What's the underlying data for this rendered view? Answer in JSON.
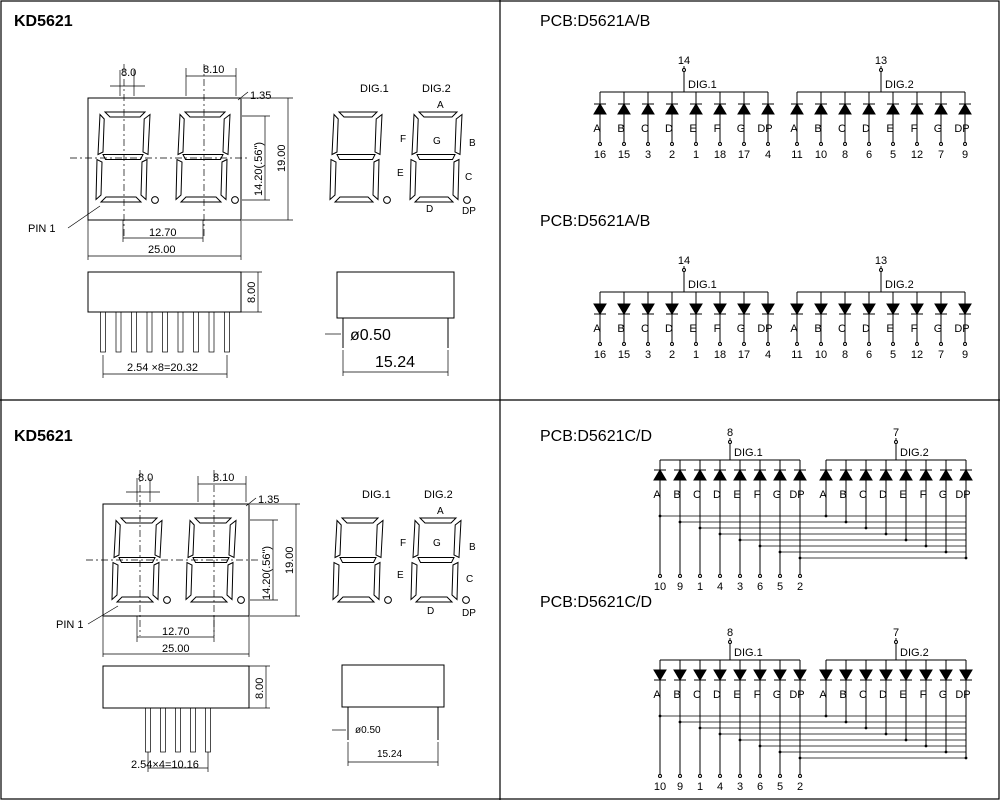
{
  "panels": [
    {
      "id": "tl",
      "title": "KD5621",
      "dims": {
        "seg_width": "8.0",
        "digit_pitch": "8.10",
        "offset": "1.35",
        "height_inner": "14.20(.56\")",
        "height_total": "19.00",
        "digit_spacing": "12.70",
        "width_total": "25.00",
        "depth": "8.00",
        "pin_pitch": "2.54 ×8=20.32",
        "pin_diameter": "ø0.50",
        "row_spacing": "15.24"
      },
      "pin1_label": "PIN 1",
      "dig1_label": "DIG.1",
      "dig2_label": "DIG.2",
      "seg_letters": {
        "a": "A",
        "b": "B",
        "c": "C",
        "d": "D",
        "e": "E",
        "f": "F",
        "g": "G",
        "dp": "DP"
      }
    },
    {
      "id": "bl",
      "title": "KD5621",
      "dims": {
        "seg_width": "8.0",
        "digit_pitch": "8.10",
        "offset": "1.35",
        "height_inner": "14.20(.56\")",
        "height_total": "19.00",
        "digit_spacing": "12.70",
        "width_total": "25.00",
        "depth": "8.00",
        "pin_pitch": "2.54×4=10.16",
        "pin_diameter": "ø0.50",
        "row_spacing": "15.24"
      },
      "pin1_label": "PIN 1",
      "dig1_label": "DIG.1",
      "dig2_label": "DIG.2",
      "seg_letters": {
        "a": "A",
        "b": "B",
        "c": "C",
        "d": "D",
        "e": "E",
        "f": "F",
        "g": "G",
        "dp": "DP"
      }
    }
  ],
  "schematics": [
    {
      "id": "s1",
      "title": "PCB:D5621A/B",
      "style": "anode",
      "digits": [
        {
          "label": "DIG.1",
          "common_pin": "14",
          "segments": [
            "A",
            "B",
            "C",
            "D",
            "E",
            "F",
            "G",
            "DP"
          ],
          "pins": [
            "16",
            "15",
            "3",
            "2",
            "1",
            "18",
            "17",
            "4"
          ]
        },
        {
          "label": "DIG.2",
          "common_pin": "13",
          "segments": [
            "A",
            "B",
            "C",
            "D",
            "E",
            "F",
            "G",
            "DP"
          ],
          "pins": [
            "11",
            "10",
            "8",
            "6",
            "5",
            "12",
            "7",
            "9"
          ]
        }
      ]
    },
    {
      "id": "s2",
      "title": "PCB:D5621A/B",
      "style": "cathode",
      "digits": [
        {
          "label": "DIG.1",
          "common_pin": "14",
          "segments": [
            "A",
            "B",
            "C",
            "D",
            "E",
            "F",
            "G",
            "DP"
          ],
          "pins": [
            "16",
            "15",
            "3",
            "2",
            "1",
            "18",
            "17",
            "4"
          ]
        },
        {
          "label": "DIG.2",
          "common_pin": "13",
          "segments": [
            "A",
            "B",
            "C",
            "D",
            "E",
            "F",
            "G",
            "DP"
          ],
          "pins": [
            "11",
            "10",
            "8",
            "6",
            "5",
            "12",
            "7",
            "9"
          ]
        }
      ]
    },
    {
      "id": "s3",
      "title": "PCB:D5621C/D",
      "style": "anode",
      "digits": [
        {
          "label": "DIG.1",
          "common_pin": "8",
          "segments": [
            "A",
            "B",
            "C",
            "D",
            "E",
            "F",
            "G",
            "DP"
          ]
        },
        {
          "label": "DIG.2",
          "common_pin": "7",
          "segments": [
            "A",
            "B",
            "C",
            "D",
            "E",
            "F",
            "G",
            "DP"
          ]
        }
      ],
      "bus_pins": [
        "10",
        "9",
        "1",
        "4",
        "3",
        "6",
        "5",
        "2"
      ]
    },
    {
      "id": "s4",
      "title": "PCB:D5621C/D",
      "style": "cathode",
      "digits": [
        {
          "label": "DIG.1",
          "common_pin": "8",
          "segments": [
            "A",
            "B",
            "C",
            "D",
            "E",
            "F",
            "G",
            "DP"
          ]
        },
        {
          "label": "DIG.2",
          "common_pin": "7",
          "segments": [
            "A",
            "B",
            "C",
            "D",
            "E",
            "F",
            "G",
            "DP"
          ]
        }
      ],
      "bus_pins": [
        "10",
        "9",
        "1",
        "4",
        "3",
        "6",
        "5",
        "2"
      ]
    }
  ]
}
